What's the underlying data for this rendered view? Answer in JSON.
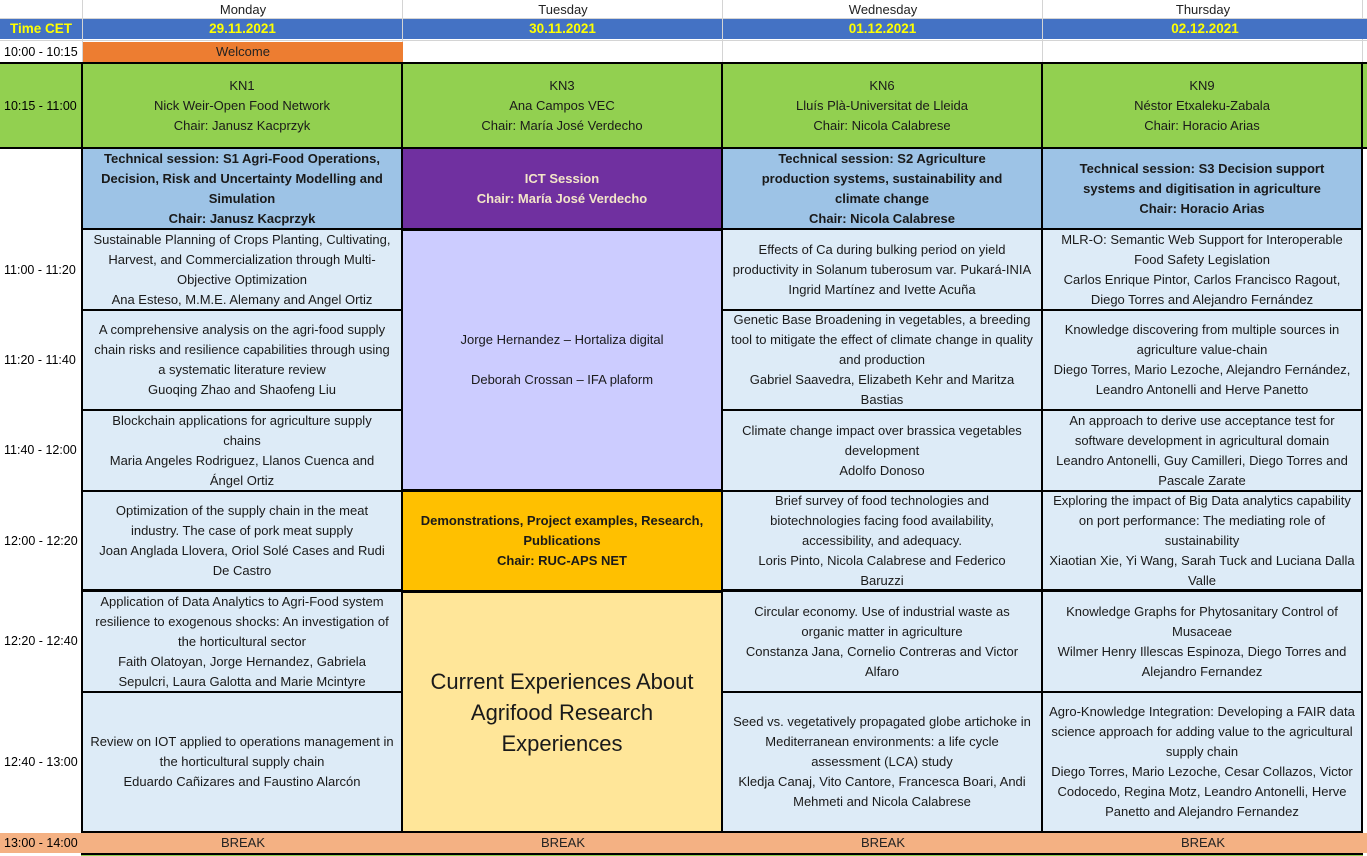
{
  "header": {
    "time_label": "Time CET",
    "days": [
      {
        "name": "Monday",
        "date": "29.11.2021"
      },
      {
        "name": "Tuesday",
        "date": "30.11.2021"
      },
      {
        "name": "Wednesday",
        "date": "01.12.2021"
      },
      {
        "name": "Thursday",
        "date": "02.12.2021"
      }
    ]
  },
  "colors": {
    "header_blue": "#4472c4",
    "header_text_yellow": "#ffff00",
    "welcome_orange": "#ed7d31",
    "keynote_green": "#92d050",
    "technical_session_blue": "#9dc3e6",
    "paper_light_blue": "#ddebf7",
    "ict_purple": "#7030a0",
    "ict_body_lavender": "#ccccff",
    "demo_amber": "#ffc000",
    "current_experiences_yellow": "#ffe699",
    "break_salmon": "#f4b183"
  },
  "times": {
    "welcome": "10:00 - 10:15",
    "keynote": "10:15 - 11:00",
    "s1": "11:00 - 11:20",
    "s2": "11:20 - 11:40",
    "s3": "11:40 - 12:00",
    "s4": "12:00 - 12:20",
    "s5": "12:20 - 12:40",
    "s6": "12:40 - 13:00",
    "break": "13:00 - 14:00"
  },
  "welcome": "Welcome",
  "keynotes": [
    {
      "code": "KN1",
      "speaker": "Nick Weir-Open Food Network",
      "chair": "Chair: Janusz Kacprzyk"
    },
    {
      "code": "KN3",
      "speaker": "Ana Campos VEC",
      "chair": "Chair: María José Verdecho"
    },
    {
      "code": "KN6",
      "speaker": "Lluís Plà-Universitat de Lleida",
      "chair": "Chair: Nicola Calabrese"
    },
    {
      "code": "KN9",
      "speaker": "Néstor Etxaleku-Zabala",
      "chair": "Chair: Horacio Arias"
    }
  ],
  "sessions": {
    "monday": {
      "title": "Technical session: S1 Agri-Food Operations, Decision, Risk and Uncertainty Modelling and Simulation",
      "chair": "Chair: Janusz Kacprzyk"
    },
    "tuesday": {
      "title": "ICT Session",
      "chair": "Chair: María José Verdecho"
    },
    "wednesday": {
      "title": "Technical session: S2 Agriculture production systems, sustainability and climate change",
      "chair": "Chair: Nicola Calabrese"
    },
    "thursday": {
      "title": "Technical session: S3  Decision support systems and digitisation in agriculture",
      "chair": "Chair: Horacio Arias"
    }
  },
  "ict_talks": [
    "Jorge Hernandez – Hortaliza digital",
    "Deborah Crossan – IFA plaform"
  ],
  "demo": {
    "title": "Demonstrations, Project examples, Research, Publications",
    "chair": "Chair: RUC-APS NET"
  },
  "current_experiences": "Current Experiences About Agrifood Research Experiences",
  "papers": {
    "monday": [
      {
        "title": "Sustainable Planning of Crops Planting, Cultivating, Harvest, and Commercialization through Multi-Objective Optimization",
        "authors": "Ana Esteso, M.M.E. Alemany and Angel Ortiz"
      },
      {
        "title": "A comprehensive analysis on the agri-food supply chain risks and resilience capabilities through using a systematic literature review",
        "authors": "Guoqing Zhao and Shaofeng Liu"
      },
      {
        "title": "Blockchain applications for agriculture supply chains",
        "authors": "Maria Angeles Rodriguez, Llanos Cuenca and Ángel Ortiz"
      },
      {
        "title": "Optimization of the supply chain in the meat industry. The case of pork meat supply",
        "authors": "Joan Anglada Llovera, Oriol Solé Cases and Rudi De Castro"
      },
      {
        "title": "Application of Data Analytics to Agri-Food system resilience to exogenous shocks: An investigation of the horticultural sector",
        "authors": "Faith Olatoyan, Jorge Hernandez, Gabriela Sepulcri, Laura Galotta and Marie Mcintyre"
      },
      {
        "title": "Review on IOT applied to operations management in the horticultural supply chain",
        "authors": "Eduardo Cañizares and Faustino Alarcón"
      }
    ],
    "wednesday": [
      {
        "title": "Effects of Ca during bulking period on yield productivity in Solanum tuberosum var. Pukará-INIA",
        "authors": "Ingrid Martínez and Ivette Acuña"
      },
      {
        "title": "Genetic Base Broadening in vegetables, a breeding tool to mitigate the effect of climate change in quality and production",
        "authors": "Gabriel Saavedra, Elizabeth Kehr and Maritza Bastias"
      },
      {
        "title": "Climate change impact over brassica vegetables development",
        "authors": "Adolfo Donoso"
      },
      {
        "title": "Brief survey of food technologies and biotechnologies facing food availability, accessibility, and adequacy.",
        "authors": "Loris Pinto, Nicola Calabrese and Federico Baruzzi"
      },
      {
        "title": "Circular economy. Use of industrial waste as organic matter in agriculture",
        "authors": "Constanza Jana, Cornelio Contreras and Victor Alfaro"
      },
      {
        "title": "Seed vs. vegetatively propagated globe artichoke in Mediterranean environments: a life cycle assessment (LCA) study",
        "authors": "Kledja Canaj, Vito Cantore, Francesca Boari, Andi Mehmeti and Nicola Calabrese"
      }
    ],
    "thursday": [
      {
        "title": "MLR-O: Semantic Web Support for Interoperable Food Safety Legislation",
        "authors": "Carlos Enrique Pintor, Carlos Francisco Ragout, Diego Torres and Alejandro Fernández"
      },
      {
        "title": "Knowledge discovering from multiple sources in agriculture value-chain",
        "authors": "Diego Torres, Mario Lezoche, Alejandro Fernández, Leandro Antonelli and Herve Panetto"
      },
      {
        "title": "An approach to derive use acceptance test for software development in agricultural domain",
        "authors": "Leandro Antonelli, Guy Camilleri, Diego Torres and Pascale Zarate"
      },
      {
        "title": "Exploring the impact of Big Data analytics capability on port performance: The mediating role of sustainability",
        "authors": "Xiaotian Xie, Yi Wang, Sarah Tuck and Luciana Dalla Valle"
      },
      {
        "title": "Knowledge Graphs for Phytosanitary Control of Musaceae",
        "authors": "Wilmer Henry Illescas Espinoza, Diego Torres and Alejandro Fernandez"
      },
      {
        "title": "Agro-Knowledge Integration: Developing a FAIR data science approach for adding value to the agricultural supply chain",
        "authors": "Diego Torres, Mario Lezoche, Cesar Collazos, Victor Codocedo, Regina Motz, Leandro Antonelli, Herve Panetto and Alejandro Fernandez"
      }
    ]
  },
  "break_label": "BREAK"
}
